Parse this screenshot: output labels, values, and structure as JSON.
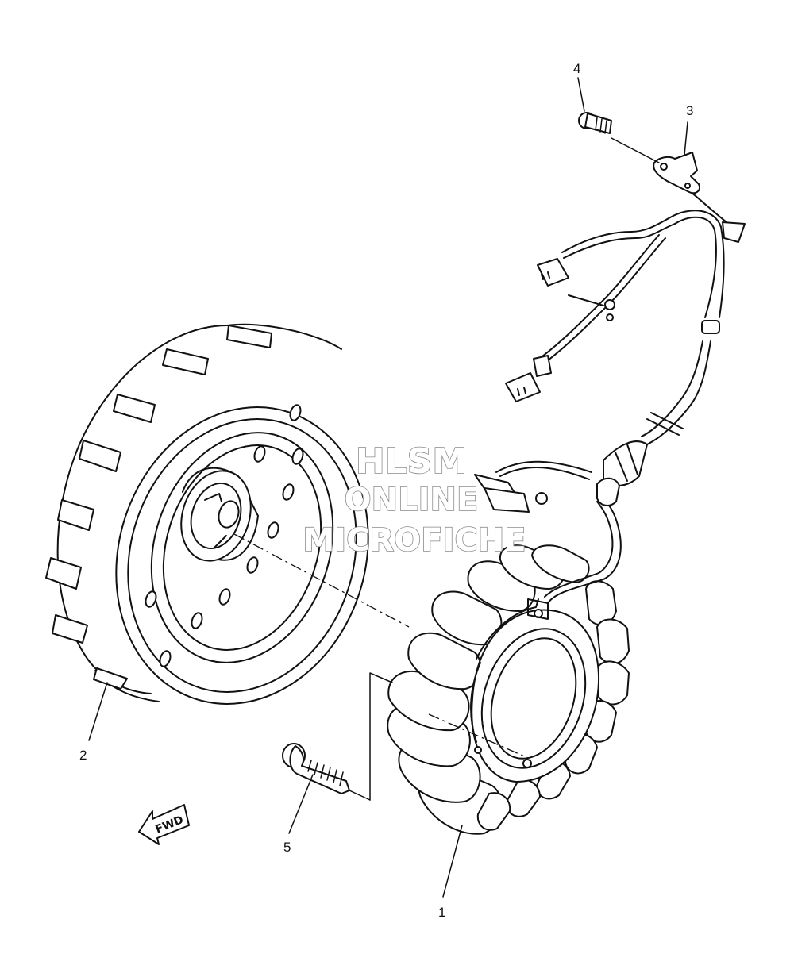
{
  "callouts": {
    "part_1": "1",
    "part_2": "2",
    "part_3": "3",
    "part_4": "4",
    "part_5": "5"
  },
  "watermark": {
    "line1": "HLSM",
    "line2": "ONLINE",
    "line3": "MICROFICHE"
  },
  "fwd_label": "FWD",
  "colors": {
    "line": "#111111",
    "background": "#ffffff",
    "watermark_outline": "#8a8a8a"
  }
}
